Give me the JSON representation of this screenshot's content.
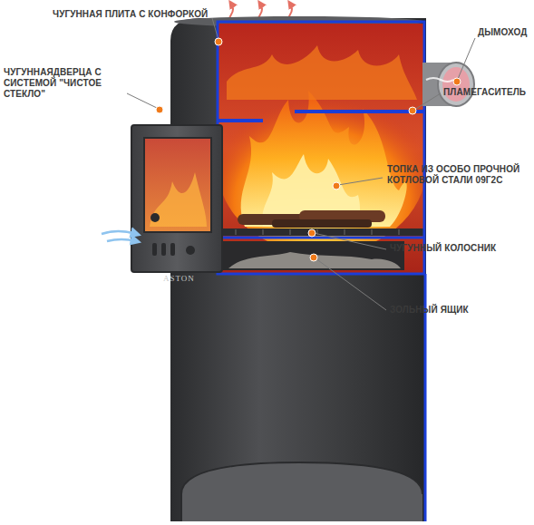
{
  "diagram": {
    "labels": [
      "ЧУГУННАЯ ПЛИТА С КОНФОРКОЙ",
      "ЧУГУННАЯДВЕРЦА С СИСТЕМОЙ \"ЧИСТОЕ СТЕКЛО\"",
      "ДЫМОХОД",
      "ПЛАМЕГАСИТЕЛЬ",
      "ТОПКА ИЗ ОСОБО ПРОЧНОЙ КОТЛОВОЙ СТАЛИ 09Г2С",
      "ЧУГУННЫЙ КОЛОСНИК",
      "ЗОЛЬНЫЙ ЯЩИК",
      "ASTON"
    ]
  }
}
